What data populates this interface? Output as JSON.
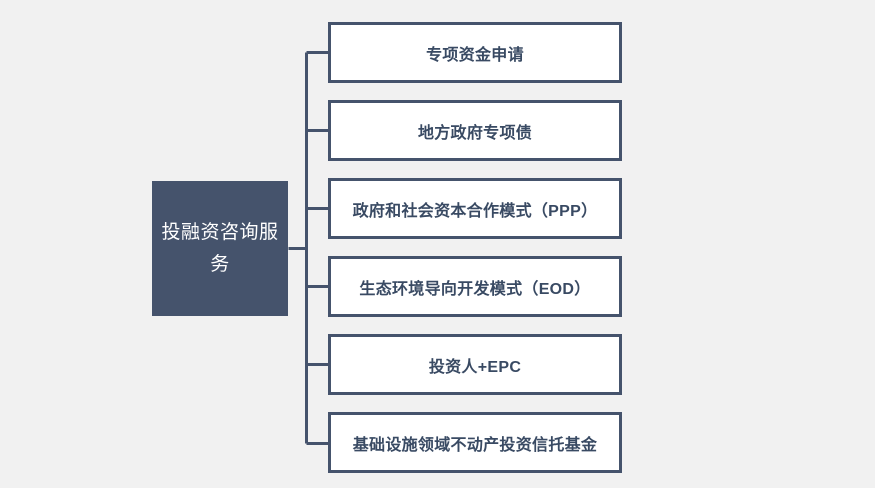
{
  "diagram": {
    "type": "tree",
    "orientation": "left-to-right",
    "background_color": "#f1f1f1",
    "accent_color": "#45536c",
    "text_color": "#394a63",
    "root": {
      "label": "投融资咨询服务",
      "line1": "投融资咨询",
      "line2": "服务",
      "fill_color": "#45536c",
      "text_color": "#ffffff"
    },
    "branches": [
      {
        "label": "专项资金申请"
      },
      {
        "label": "地方政府专项债"
      },
      {
        "label": "政府和社会资本合作模式（PPP）"
      },
      {
        "label": "生态环境导向开发模式（EOD）"
      },
      {
        "label": "投资人+EPC"
      },
      {
        "label": "基础设施领域不动产投资信托基金"
      }
    ]
  }
}
